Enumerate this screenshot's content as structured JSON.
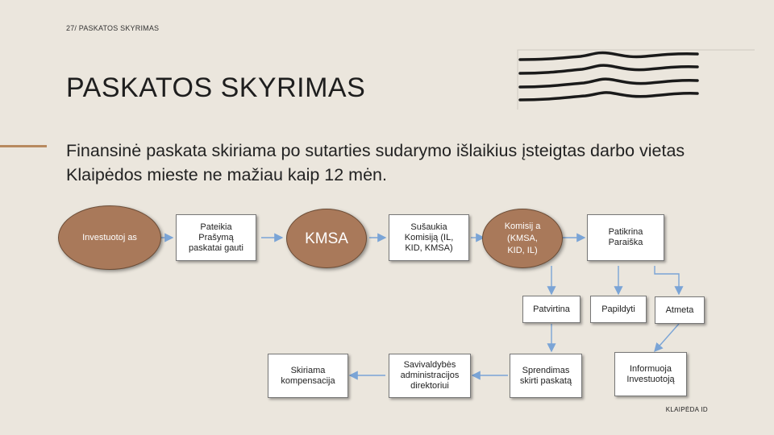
{
  "slide_number": "27/ PASKATOS SKYRIMAS",
  "title": "PASKATOS SKYRIMAS",
  "subtitle": "Finansinė paskata skiriama po sutarties sudarymo išlaikius įsteigtas darbo vietas Klaipėdos mieste ne mažiau kaip 12 mėn.",
  "footer": "KLAIPĖDA ID",
  "colors": {
    "accent": "#b88a5f",
    "node_fill": "#a9795a",
    "background": "#ebe6dd"
  },
  "flow": {
    "investuotojas": "Investuotoj as",
    "pateikia": "Pateikia Prašymą paskatai gauti",
    "kmsa": "KMSA",
    "susaukia": "Sušaukia Komisiją (IL, KID, KMSA)",
    "komisija": "Komisij a (KMSA, KID, IL)",
    "patikrina": "Patikrina Paraiška",
    "patvirtina": "Patvirtina",
    "papildyti": "Papildyti",
    "atmeta": "Atmeta",
    "sprendimas": "Sprendimas skirti paskatą",
    "informuoja": "Informuoja Investuotoją",
    "savivaldybes": "Savivaldybės administracijos direktoriui",
    "skiriama": "Skiriama kompensacija"
  }
}
